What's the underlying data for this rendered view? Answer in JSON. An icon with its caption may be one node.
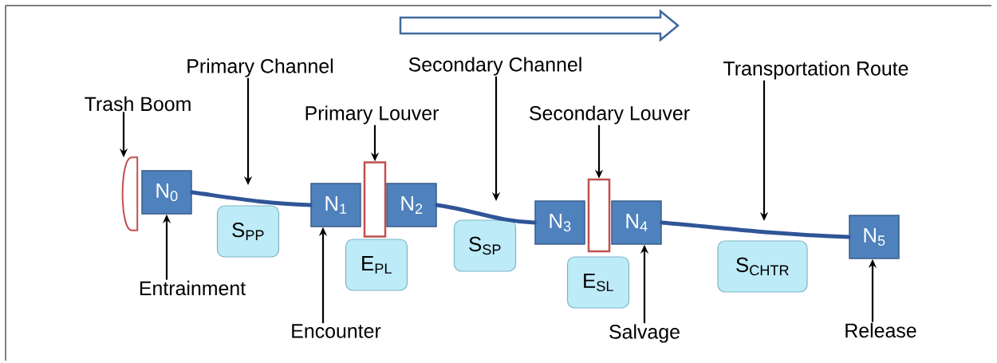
{
  "diagram": {
    "nodes": [
      {
        "text": [
          "N$_{0}$"
        ]
      },
      {
        "text": [
          "N$_{1}$"
        ]
      },
      {
        "text": [
          "N$_{2}$"
        ]
      },
      {
        "text": [
          "N$_{3}$"
        ]
      },
      {
        "text": [
          "N$_{4}$"
        ]
      },
      {
        "text": [
          "N$_{5}$"
        ]
      },
      {
        "text": [
          "S$_{PP}$"
        ]
      },
      {
        "text": [
          "E$_{PL}$"
        ]
      },
      {
        "text": [
          "S$_{SP}$"
        ]
      },
      {
        "text": [
          "E$_{SL}$"
        ]
      },
      {
        "text": [
          "S$_{CHTR}$"
        ]
      },
      {
        "text": [],
        "shape": "arc"
      },
      {
        "text": [],
        "shape": "bar"
      },
      {
        "text": [],
        "shape": "bar"
      },
      {
        "text": [
          "Trash Boom"
        ]
      },
      {
        "text": [
          "Primary Channel"
        ]
      },
      {
        "text": [
          "Primary Louver"
        ]
      },
      {
        "text": [
          "Secondary Channel"
        ]
      },
      {
        "text": [
          "Secondary Louver"
        ]
      },
      {
        "text": [
          "Transportation Route"
        ]
      },
      {
        "text": [
          "Entrainment"
        ]
      },
      {
        "text": [
          "Encounter"
        ]
      },
      {
        "text": [
          "Salvage"
        ]
      },
      {
        "text": [
          "Release"
        ]
      }
    ],
    "edges": [
      {
        "from": 0,
        "to": 1,
        "arrow": "none",
        "style": "thick",
        "color": "#2f5597"
      },
      {
        "from": 2,
        "to": 3,
        "arrow": "none",
        "style": "thick",
        "color": "#2f5597"
      },
      {
        "from": 4,
        "to": 5,
        "arrow": "none",
        "style": "thick",
        "color": "#2f5597"
      },
      {
        "from": 14,
        "to": 11,
        "arrow": "to"
      },
      {
        "from": 15,
        "to": null,
        "arrow": "to"
      },
      {
        "from": 16,
        "to": 12,
        "arrow": "to"
      },
      {
        "from": 17,
        "to": null,
        "arrow": "to"
      },
      {
        "from": 18,
        "to": 13,
        "arrow": "to"
      },
      {
        "from": 19,
        "to": null,
        "arrow": "to"
      },
      {
        "from": 20,
        "to": 0,
        "arrow": "to"
      },
      {
        "from": 21,
        "to": 1,
        "arrow": "to"
      },
      {
        "from": 22,
        "to": 4,
        "arrow": "to"
      },
      {
        "from": 23,
        "to": 5,
        "arrow": "to"
      }
    ]
  }
}
